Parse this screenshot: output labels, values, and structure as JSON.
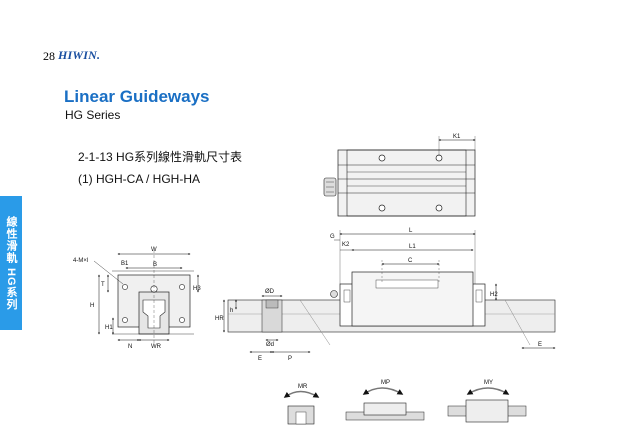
{
  "header": {
    "page_number": "28",
    "brand": "HIWIN."
  },
  "title": "Linear Guideways",
  "series": "HG Series",
  "heading": "2-1-13 HG系列線性滑軌尺寸表",
  "subheading": "(1) HGH-CA / HGH-HA",
  "side_tab": "線性滑軌 HG系列",
  "labels": {
    "K1": "K1",
    "W": "W",
    "mounting": "4-M×l",
    "B1": "B1",
    "B": "B",
    "T": "T",
    "H": "H",
    "H1": "H1",
    "H3": "H3",
    "N": "N",
    "WR": "WR",
    "G": "G",
    "L": "L",
    "K2": "K2",
    "L1": "L1",
    "C": "C",
    "H2": "H2",
    "phiD": "ØD",
    "h": "h",
    "HR": "HR",
    "phid": "Ød",
    "E1": "E",
    "P": "P",
    "E2": "E",
    "MR": "MR",
    "MP": "MP",
    "MY": "MY"
  }
}
